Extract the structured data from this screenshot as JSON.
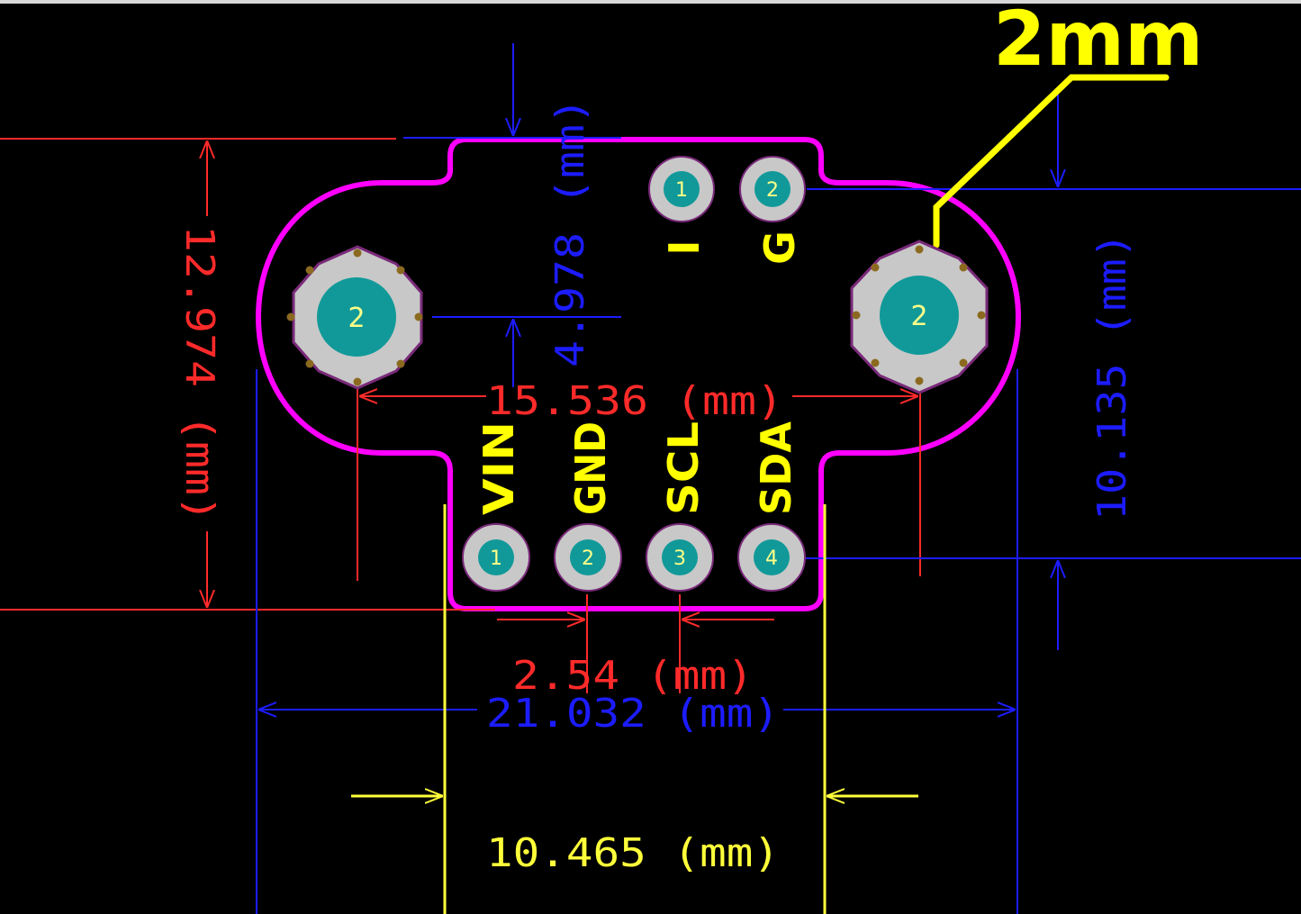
{
  "colors": {
    "background": "#000000",
    "outline": "#ff00ff",
    "dimension_red": "#ff2a2a",
    "dimension_blue": "#1c1cff",
    "dimension_yellow": "#ffff3a",
    "silkscreen": "#ffff00",
    "pad_copper": "#c8c8c8",
    "pad_hole": "#119999"
  },
  "callout": {
    "label": "2mm"
  },
  "dimensions": {
    "height_total": "12.974 (mm)",
    "top_notch": "4.978 (mm)",
    "mount_spacing": "15.536 (mm)",
    "right_offset": "10.135 (mm)",
    "pin_pitch": "2.54 (mm)",
    "width_total": "21.032 (mm)",
    "neck_width": "10.465 (mm)"
  },
  "pads": {
    "top": [
      {
        "number": "1",
        "label": "I"
      },
      {
        "number": "2",
        "label": "G"
      }
    ],
    "bottom": [
      {
        "number": "1",
        "label": "VIN"
      },
      {
        "number": "2",
        "label": "GND"
      },
      {
        "number": "3",
        "label": "SCL"
      },
      {
        "number": "4",
        "label": "SDA"
      }
    ],
    "mount_left": "2",
    "mount_right": "2"
  }
}
